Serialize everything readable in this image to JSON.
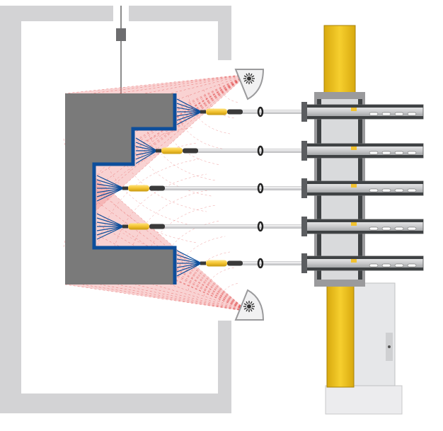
{
  "diagram": {
    "description_visible_text": "",
    "colors": {
      "booth_wall": "#d3d3d5",
      "workpiece": "#7a7a7a",
      "workpiece_edge": "#0d4e9b",
      "scan_field": "#f08a8a",
      "scan_lines": "#e04848",
      "gun_body": "#f2c230",
      "gun_tip": "#3a3a3a",
      "lance": "#e8e8ea",
      "axis_yellow": "#f1c21b",
      "axis_frame": "#9a9a9c",
      "axis_dark": "#3f4244",
      "cabinet": "#e6e7e9"
    },
    "icons": [
      "laser-scanner-icon-top",
      "laser-scanner-icon-bottom"
    ],
    "gun_count": 5
  }
}
